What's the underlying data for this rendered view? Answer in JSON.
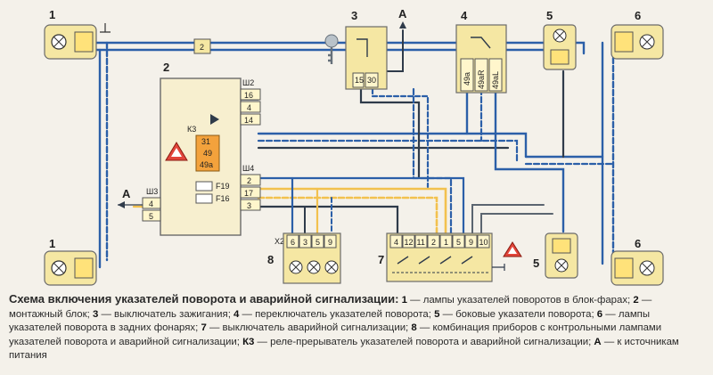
{
  "labels": {
    "n1a": "1",
    "n1b": "1",
    "n2": "2",
    "n3": "3",
    "n4": "4",
    "n5a": "5",
    "n5b": "5",
    "n6a": "6",
    "n6b": "6",
    "n7": "7",
    "n8": "8",
    "A_top": "A",
    "A_left": "A",
    "sh2": "Ш2",
    "sh3": "Ш3",
    "sh4": "Ш4",
    "x2": "Х2",
    "k3": "К3"
  },
  "pins": {
    "sw3": [
      "15",
      "30"
    ],
    "sw4": [
      "49a",
      "49aR",
      "49aL"
    ],
    "sh2": [
      "16",
      "4",
      "14"
    ],
    "sh4": [
      "2",
      "17",
      "3"
    ],
    "sh3": [
      "4",
      "5"
    ],
    "relay": [
      "31",
      "49",
      "49a"
    ],
    "fuses": [
      "F19",
      "F16"
    ],
    "x2": [
      "6",
      "3",
      "5",
      "9"
    ],
    "sw7": [
      "4",
      "12",
      "11",
      "2",
      "1",
      "5",
      "9",
      "10"
    ],
    "conn2": "2"
  },
  "caption": {
    "title": "Схема включения указателей поворота и аварийной сигнализации:",
    "items": [
      {
        "key": "1",
        "text": " — лампы указателей поворотов в блок-фарах; "
      },
      {
        "key": "2",
        "text": " — монтажный блок; "
      },
      {
        "key": "3",
        "text": " — выключатель зажигания; "
      },
      {
        "key": "4",
        "text": " — переключатель указателей поворота; "
      },
      {
        "key": "5",
        "text": " — боковые указатели поворота; "
      },
      {
        "key": "6",
        "text": " — лампы указателей поворота в задних фонарях; "
      },
      {
        "key": "7",
        "text": " — выключатель аварийной сигнализации; "
      },
      {
        "key": "8",
        "text": " — комбинация приборов с контрольными лампами указателей поворота и аварийной сигнализации; "
      },
      {
        "key": "К3",
        "text": " — реле-прерыватель указателей поворота и аварийной сигнализации; "
      },
      {
        "key": "А",
        "text": " — к источникам питания"
      }
    ]
  },
  "colors": {
    "background": "#f4f1ea",
    "block": "#f5e7a3",
    "blue": "#2b5fa8",
    "blue_dash": "#3a78c4",
    "yellow": "#f2c14e",
    "dark": "#2f3b4a",
    "grey": "#5b6570",
    "orange": "#f3a23c"
  }
}
